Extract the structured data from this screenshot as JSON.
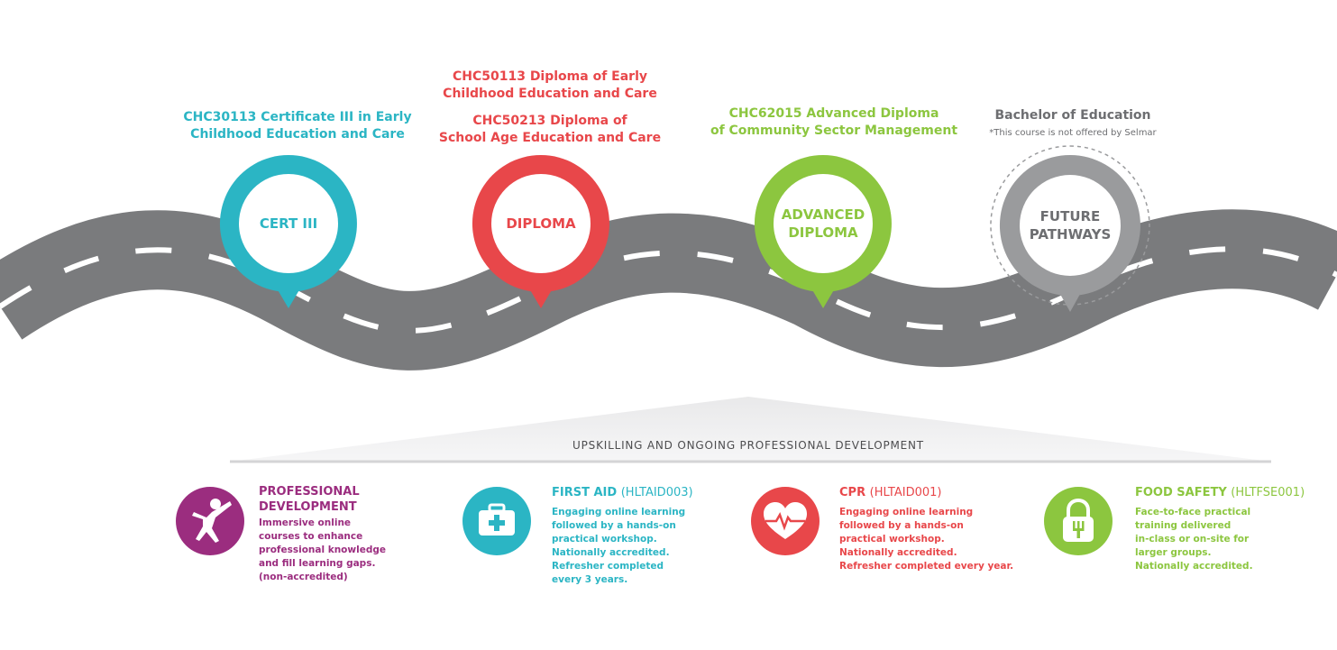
{
  "milestones": [
    {
      "id": "cert3",
      "pin_label_lines": [
        "CERT III"
      ],
      "titles": [
        [
          "CHC30113 Certificate III in Early",
          "Childhood Education and Care"
        ]
      ],
      "color": "#2bb5c4"
    },
    {
      "id": "diploma",
      "pin_label_lines": [
        "DIPLOMA"
      ],
      "titles": [
        [
          "CHC50113 Diploma of Early",
          "Childhood Education and Care"
        ],
        [
          "CHC50213 Diploma of",
          "School Age Education and Care"
        ]
      ],
      "color": "#e8474a"
    },
    {
      "id": "advanced",
      "pin_label_lines": [
        "ADVANCED",
        "DIPLOMA"
      ],
      "titles": [
        [
          "CHC62015 Advanced Diploma",
          "of Community Sector Management"
        ]
      ],
      "color": "#8cc63f"
    },
    {
      "id": "future",
      "pin_label_lines": [
        "FUTURE",
        "PATHWAYS"
      ],
      "titles": [
        [
          "Bachelor of Education"
        ]
      ],
      "note": "*This course is not offered by Selmar",
      "color": "#9a9b9d"
    }
  ],
  "banner": {
    "label": "UPSKILLING AND ONGOING PROFESSIONAL DEVELOPMENT"
  },
  "services": [
    {
      "id": "prof",
      "icon": "person-icon",
      "title_lines": [
        "PROFESSIONAL",
        "DEVELOPMENT"
      ],
      "code": "",
      "desc": [
        "Immersive online",
        "courses to enhance",
        "professional knowledge",
        "and fill learning gaps.",
        "(non-accredited)"
      ],
      "color": "#9b2d7f"
    },
    {
      "id": "firstaid",
      "icon": "first-aid-kit-icon",
      "title_lines": [
        "FIRST AID"
      ],
      "code": "(HLTAID003)",
      "desc": [
        "Engaging online learning",
        "followed by a hands-on",
        "practical workshop.",
        "Nationally accredited.",
        "Refresher completed",
        "every 3 years."
      ],
      "color": "#2bb5c4"
    },
    {
      "id": "cpr",
      "icon": "heartbeat-icon",
      "title_lines": [
        "CPR"
      ],
      "code": "(HLTAID001)",
      "desc": [
        "Engaging online learning",
        "followed by a hands-on",
        "practical workshop.",
        "Nationally accredited.",
        "Refresher completed every year."
      ],
      "color": "#e8474a"
    },
    {
      "id": "food",
      "icon": "lock-fork-icon",
      "title_lines": [
        "FOOD SAFETY"
      ],
      "code": "(HLTFSE001)",
      "desc": [
        "Face-to-face practical",
        "training delivered",
        "in-class or on-site for",
        "larger groups.",
        "Nationally accredited."
      ],
      "color": "#8cc63f"
    }
  ]
}
